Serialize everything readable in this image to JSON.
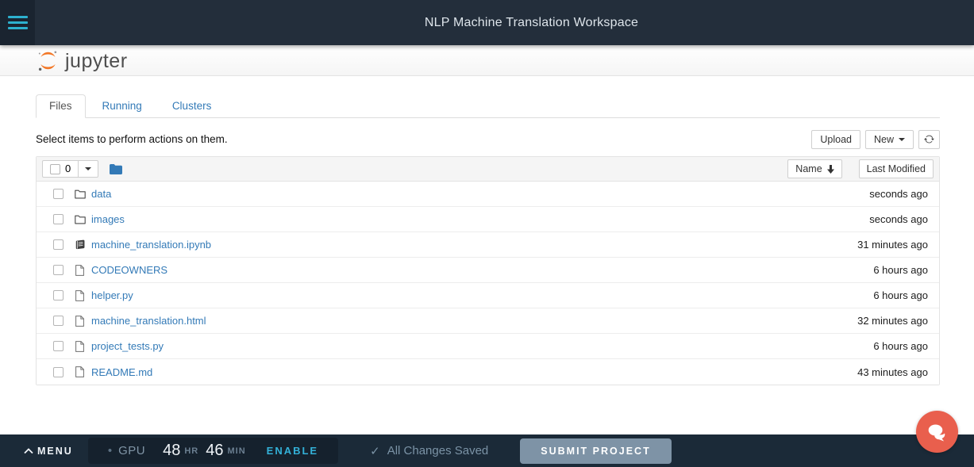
{
  "topbar": {
    "title": "NLP Machine Translation Workspace"
  },
  "brand": {
    "name": "jupyter"
  },
  "tabs": [
    {
      "label": "Files",
      "active": true
    },
    {
      "label": "Running",
      "active": false
    },
    {
      "label": "Clusters",
      "active": false
    }
  ],
  "toolbar": {
    "hint": "Select items to perform actions on them.",
    "upload": "Upload",
    "new": "New"
  },
  "list_header": {
    "selected_count": "0",
    "sort_name": "Name",
    "last_modified": "Last Modified"
  },
  "files": [
    {
      "name": "data",
      "type": "folder",
      "modified": "seconds ago"
    },
    {
      "name": "images",
      "type": "folder",
      "modified": "seconds ago"
    },
    {
      "name": "machine_translation.ipynb",
      "type": "notebook",
      "modified": "31 minutes ago"
    },
    {
      "name": "CODEOWNERS",
      "type": "file",
      "modified": "6 hours ago"
    },
    {
      "name": "helper.py",
      "type": "file",
      "modified": "6 hours ago"
    },
    {
      "name": "machine_translation.html",
      "type": "file",
      "modified": "32 minutes ago"
    },
    {
      "name": "project_tests.py",
      "type": "file",
      "modified": "6 hours ago"
    },
    {
      "name": "README.md",
      "type": "file",
      "modified": "43 minutes ago"
    }
  ],
  "footer": {
    "menu": "MENU",
    "gpu_label": "GPU",
    "gpu_bullet": "•",
    "time_hours": "48",
    "time_hours_unit": "HR",
    "time_minutes": "46",
    "time_minutes_unit": "MIN",
    "enable": "ENABLE",
    "saved_check": "✓",
    "saved": "All Changes Saved",
    "submit": "SUBMIT PROJECT"
  },
  "colors": {
    "hamburger_cyan": "#2db1cf",
    "link_blue": "#337ab7",
    "jupyter_orange": "#f37726",
    "enable_cyan": "#33b1d8",
    "submit_bg": "#7e93a6",
    "chat_orange": "#e95f4d"
  }
}
